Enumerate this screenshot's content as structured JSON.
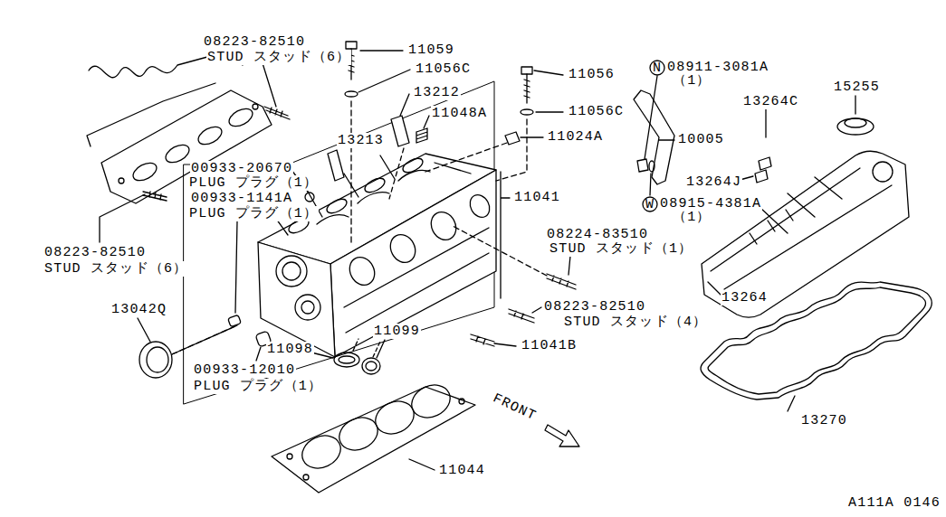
{
  "diagram": {
    "labels": [
      "08223-82510",
      "STUD スタッド（6）",
      "11059",
      "11056C",
      "13212",
      "11048A",
      "11056",
      "11056C",
      "N",
      "08911-3081A",
      "（1）",
      "13264C",
      "15255",
      "13213",
      "11024A",
      "10005",
      "00933-20670",
      "PLUG プラグ（1）",
      "00933-1141A",
      "PLUG プラグ（1）",
      "11041",
      "13264J",
      "W",
      "08915-4381A",
      "（1）",
      "08224-83510",
      "STUD スタッド（1）",
      "08223-82510",
      "STUD スタッド（6）",
      "13264",
      "13042Q",
      "08223-82510",
      "STUD スタッド（4）",
      "11098",
      "11099",
      "11041B",
      "00933-12010",
      "PLUG プラグ（1）",
      "FRONT",
      "13270",
      "11044",
      "A111A 0146"
    ]
  }
}
